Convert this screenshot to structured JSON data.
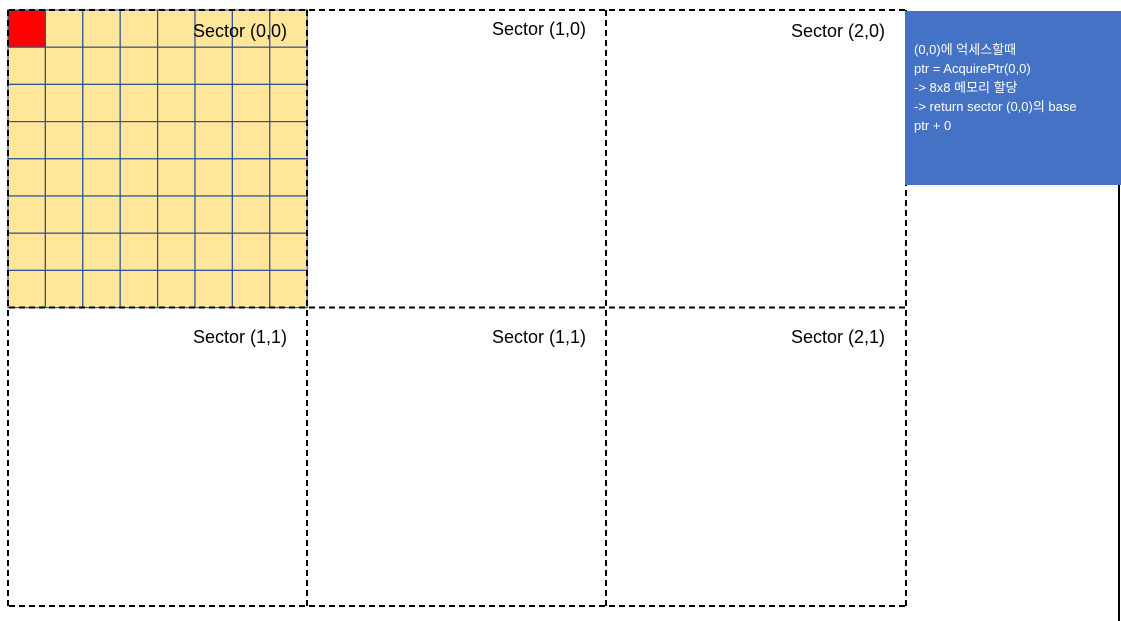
{
  "colors": {
    "grid_fill": "#ffe699",
    "grid_line": "#2f5597",
    "highlight_cell": "#ff0000",
    "sector_border": "#000000",
    "note_background": "#4472c4",
    "note_text": "#ffffff"
  },
  "grid": {
    "rows": 8,
    "cols": 8,
    "highlight_cell": [
      0,
      0
    ]
  },
  "sectors": [
    {
      "label": "Sector (0,0)"
    },
    {
      "label": "Sector (1,0)"
    },
    {
      "label": "Sector (2,0)"
    },
    {
      "label": "Sector (1,1)"
    },
    {
      "label": "Sector (1,1)"
    },
    {
      "label": "Sector (2,1)"
    }
  ],
  "note": {
    "lines": [
      "(0,0)에 억세스할때",
      "ptr = AcquirePtr(0,0)",
      "->  8x8 메모리 할당",
      "-> return sector (0,0)의 base",
      "ptr + 0"
    ]
  }
}
